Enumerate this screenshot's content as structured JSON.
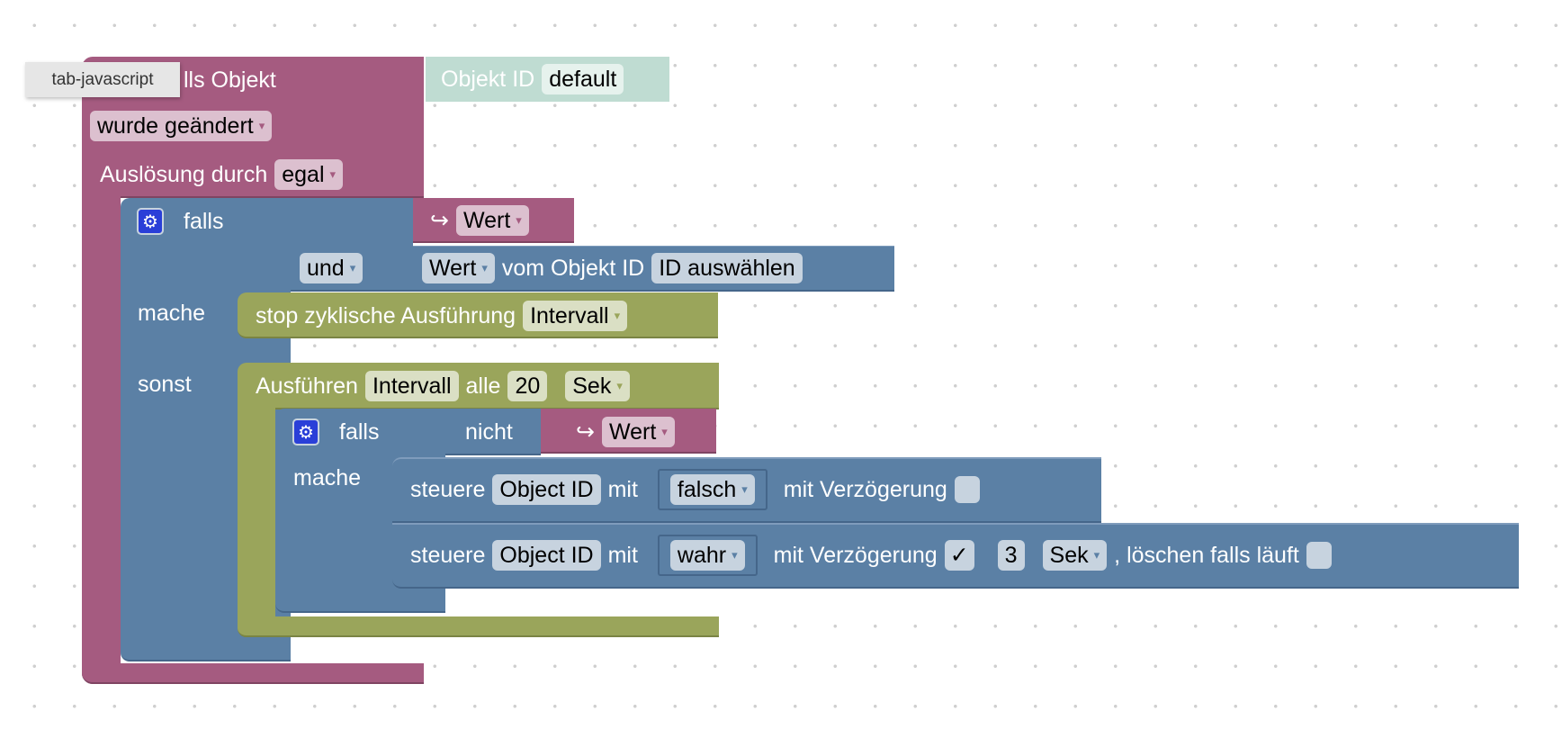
{
  "tooltip": "tab-javascript",
  "trigger": {
    "title": "Falls Objekt",
    "title_visible": "lls Objekt",
    "object_label": "Objekt ID",
    "object_value": "default",
    "event": "wurde geändert",
    "trigger_by_label": "Auslösung durch",
    "trigger_by": "egal"
  },
  "if1": {
    "falls": "falls",
    "value": "Wert",
    "and": "und",
    "value2": "Wert",
    "from_object": "vom Objekt ID",
    "select_id": "ID auswählen",
    "do": "mache",
    "else": "sonst"
  },
  "stop": {
    "label": "stop zyklische Ausführung",
    "name": "Intervall"
  },
  "run": {
    "label": "Ausführen",
    "name": "Intervall",
    "every": "alle",
    "interval": "20",
    "unit": "Sek"
  },
  "if2": {
    "falls": "falls",
    "not": "nicht",
    "value": "Wert",
    "do": "mache"
  },
  "set1": {
    "label": "steuere",
    "object": "Object ID",
    "with": "mit",
    "value": "falsch",
    "delay_label": "mit Verzögerung",
    "delay_checked": false
  },
  "set2": {
    "label": "steuere",
    "object": "Object ID",
    "with": "mit",
    "value": "wahr",
    "delay_label": "mit Verzögerung",
    "delay_checked": true,
    "check": "✓",
    "delay": "3",
    "unit": "Sek",
    "clear_label": ", löschen falls läuft",
    "clear_checked": false
  },
  "icons": {
    "gear": "⚙",
    "return": "↪",
    "dropdown": "▾"
  }
}
